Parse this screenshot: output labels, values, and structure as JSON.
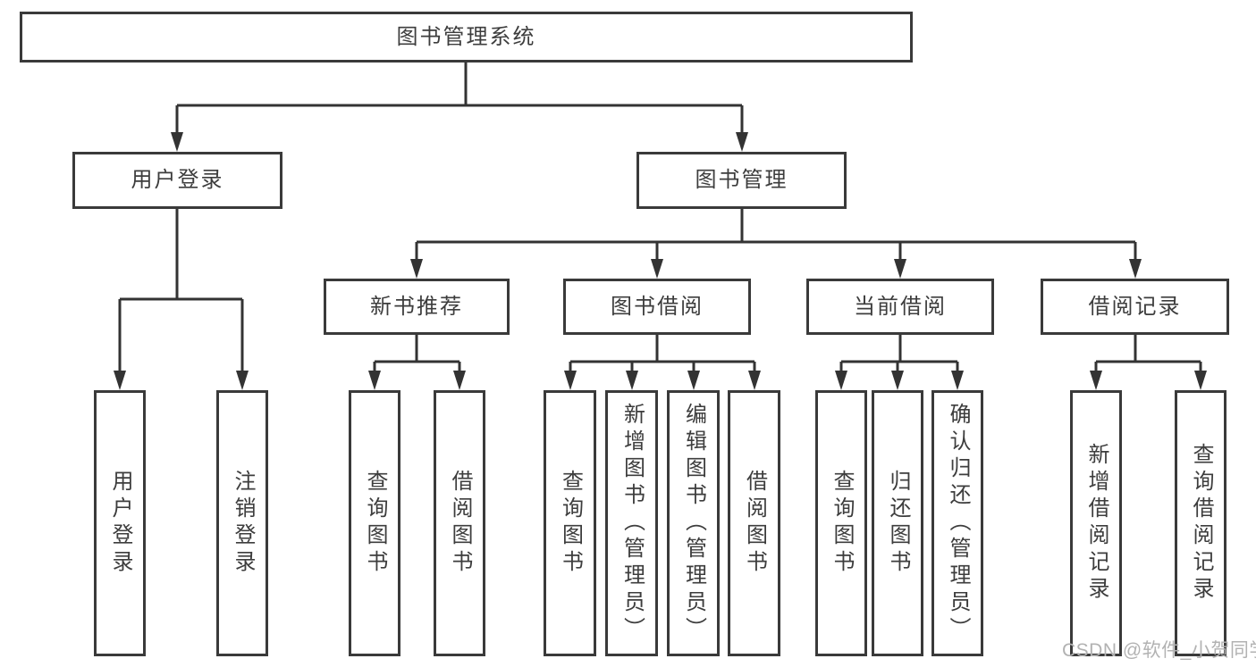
{
  "diagram": {
    "title": "图书管理系统",
    "type": "hierarchy-tree",
    "watermark": "CSDN @软件_小贺同学",
    "colors": {
      "background": "#ffffff",
      "box_border": "#3a3a3a",
      "line": "#333333",
      "text": "#3d3d3d",
      "watermark": "#b2b2b2"
    },
    "nodes": [
      {
        "id": "root",
        "label": "图书管理系统",
        "parent": null,
        "level": 1
      },
      {
        "id": "user-login",
        "label": "用户登录",
        "parent": "root",
        "level": 2
      },
      {
        "id": "book-management",
        "label": "图书管理",
        "parent": "root",
        "level": 2
      },
      {
        "id": "user-login-action",
        "label": "用户登录",
        "parent": "user-login",
        "level": 3
      },
      {
        "id": "logout-action",
        "label": "注销登录",
        "parent": "user-login",
        "level": 3
      },
      {
        "id": "new-book-recommend",
        "label": "新书推荐",
        "parent": "book-management",
        "level": 3
      },
      {
        "id": "book-borrow",
        "label": "图书借阅",
        "parent": "book-management",
        "level": 3
      },
      {
        "id": "current-borrow",
        "label": "当前借阅",
        "parent": "book-management",
        "level": 3
      },
      {
        "id": "borrow-records",
        "label": "借阅记录",
        "parent": "book-management",
        "level": 3
      },
      {
        "id": "query-books-recommend",
        "label": "查询图书",
        "parent": "new-book-recommend",
        "level": 4
      },
      {
        "id": "borrow-books-recommend",
        "label": "借阅图书",
        "parent": "new-book-recommend",
        "level": 4
      },
      {
        "id": "query-books-borrow",
        "label": "查询图书",
        "parent": "book-borrow",
        "level": 4
      },
      {
        "id": "add-books-admin",
        "label": "新增图书（管理员）",
        "parent": "book-borrow",
        "level": 4
      },
      {
        "id": "edit-books-admin",
        "label": "编辑图书（管理员）",
        "parent": "book-borrow",
        "level": 4
      },
      {
        "id": "borrow-books-borrow",
        "label": "借阅图书",
        "parent": "book-borrow",
        "level": 4
      },
      {
        "id": "query-books-current",
        "label": "查询图书",
        "parent": "current-borrow",
        "level": 4
      },
      {
        "id": "return-books",
        "label": "归还图书",
        "parent": "current-borrow",
        "level": 4
      },
      {
        "id": "confirm-return-admin",
        "label": "确认归还（管理员）",
        "parent": "current-borrow",
        "level": 4
      },
      {
        "id": "add-borrow-record",
        "label": "新增借阅记录",
        "parent": "borrow-records",
        "level": 4
      },
      {
        "id": "query-borrow-record",
        "label": "查询借阅记录",
        "parent": "borrow-records",
        "level": 4
      }
    ]
  }
}
